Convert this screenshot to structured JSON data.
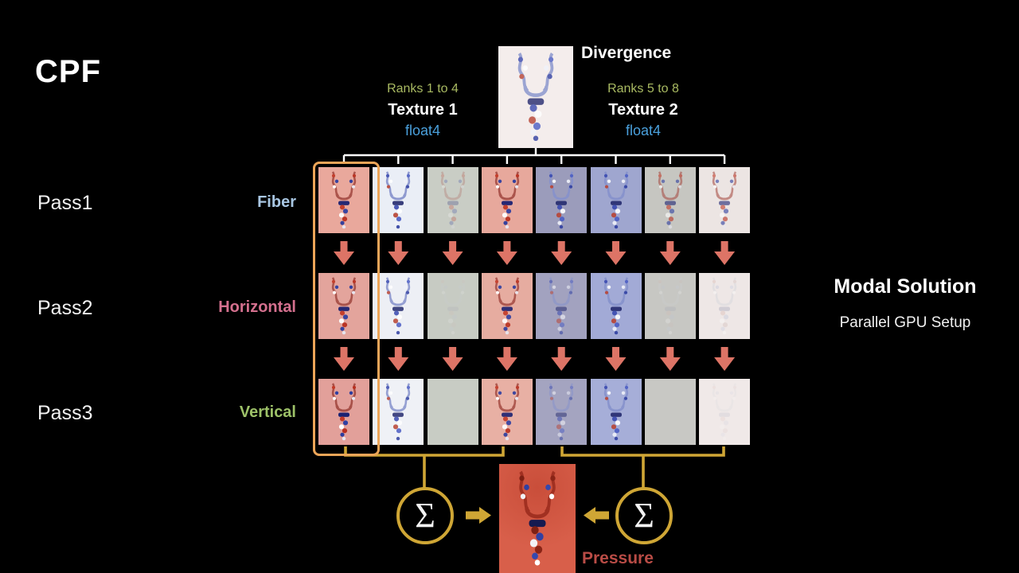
{
  "title": "CPF",
  "header": {
    "divergence_label": "Divergence",
    "left": {
      "ranks": "Ranks 1 to 4",
      "texture": "Texture 1",
      "type": "float4"
    },
    "right": {
      "ranks": "Ranks 5 to 8",
      "texture": "Texture 2",
      "type": "float4"
    }
  },
  "passes": [
    {
      "pass": "Pass1",
      "name": "Fiber",
      "color": "#a8c6e2"
    },
    {
      "pass": "Pass2",
      "name": "Horizontal",
      "color": "#d4708e"
    },
    {
      "pass": "Pass3",
      "name": "Vertical",
      "color": "#9dc168"
    }
  ],
  "grid": {
    "rows": [
      {
        "cells": [
          {
            "bg": "#e9a89c",
            "mode": "red",
            "opacity": 0.95
          },
          {
            "bg": "#eaeef6",
            "mode": "blue",
            "opacity": 0.9
          },
          {
            "bg": "#c9cdc5",
            "mode": "red",
            "opacity": 0.25
          },
          {
            "bg": "#e7a89c",
            "mode": "red",
            "opacity": 0.95
          },
          {
            "bg": "#9b9cbb",
            "mode": "blue",
            "opacity": 0.9
          },
          {
            "bg": "#9fa6cf",
            "mode": "blue",
            "opacity": 0.9
          },
          {
            "bg": "#c6c6c1",
            "mode": "red",
            "opacity": 0.6
          },
          {
            "bg": "#ece5e3",
            "mode": "red",
            "opacity": 0.6
          }
        ]
      },
      {
        "cells": [
          {
            "bg": "#e3a49c",
            "mode": "red",
            "opacity": 0.95
          },
          {
            "bg": "#edeff5",
            "mode": "blue",
            "opacity": 0.85
          },
          {
            "bg": "#c7cbc3",
            "mode": "light",
            "opacity": 0.15
          },
          {
            "bg": "#e6aca0",
            "mode": "red",
            "opacity": 0.9
          },
          {
            "bg": "#a2a2bf",
            "mode": "blue",
            "opacity": 0.55
          },
          {
            "bg": "#a2aad6",
            "mode": "blue",
            "opacity": 0.9
          },
          {
            "bg": "#c7c7c3",
            "mode": "light",
            "opacity": 0.2
          },
          {
            "bg": "#eee7e6",
            "mode": "light",
            "opacity": 0.35
          }
        ]
      },
      {
        "cells": [
          {
            "bg": "#e2a09a",
            "mode": "red",
            "opacity": 1.0
          },
          {
            "bg": "#eff1f6",
            "mode": "blue",
            "opacity": 0.85
          },
          {
            "bg": "#c8ccc4",
            "mode": "none",
            "opacity": 0
          },
          {
            "bg": "#e8b0a4",
            "mode": "red",
            "opacity": 0.9
          },
          {
            "bg": "#a4a4c0",
            "mode": "blue",
            "opacity": 0.5
          },
          {
            "bg": "#a6aed8",
            "mode": "blue",
            "opacity": 0.9
          },
          {
            "bg": "#c8c8c4",
            "mode": "none",
            "opacity": 0
          },
          {
            "bg": "#f0e9e8",
            "mode": "light",
            "opacity": 0.15
          }
        ]
      }
    ]
  },
  "figures": {
    "divergence": {
      "bg": "#f4edec",
      "mode": "blue",
      "opacity": 0.8
    },
    "pressure": {
      "bg": "#d45b47",
      "mode": "pressure",
      "opacity": 1.0
    }
  },
  "sum": {
    "sigma_symbol": "Σ",
    "output_label": "Pressure"
  },
  "side": {
    "title": "Modal Solution",
    "subtitle": "Parallel GPU Setup"
  },
  "colors": {
    "background": "#000000",
    "tree_bracket_white": "#ffffff",
    "accent_gold": "#cfa635",
    "highlight_orange": "#eca558",
    "arrow_salmon": "#dd7466",
    "ranks_green": "#a9ba62",
    "float_blue": "#4aa0dc",
    "fiber_label": "#a8c6e2",
    "horizontal_label": "#d4708e",
    "vertical_label": "#9dc168",
    "pressure_label": "#b94c46"
  }
}
